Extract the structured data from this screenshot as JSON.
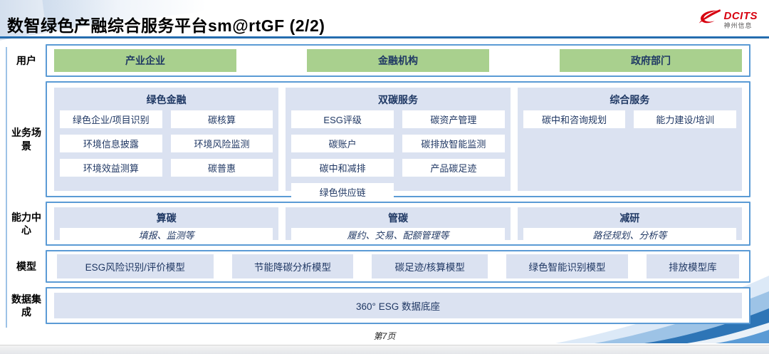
{
  "header": {
    "title": "数智绿色产融综合服务平台sm@rtGF (2/2)",
    "logo": {
      "brand": "DCITS",
      "subtitle": "神州信息",
      "brand_color": "#d7000f"
    }
  },
  "rows": {
    "users": {
      "label": "用户",
      "items": [
        "产业企业",
        "金融机构",
        "政府部门"
      ]
    },
    "scenarios": {
      "label": "业务场景",
      "columns": [
        {
          "title": "绿色金融",
          "items": [
            "绿色企业/项目识别",
            "碳核算",
            "环境信息披露",
            "环境风险监测",
            "环境效益测算",
            "碳普惠"
          ]
        },
        {
          "title": "双碳服务",
          "items": [
            "ESG评级",
            "碳资产管理",
            "碳账户",
            "碳排放智能监测",
            "碳中和减排",
            "产品碳足迹",
            "绿色供应链"
          ]
        },
        {
          "title": "综合服务",
          "items": [
            "碳中和咨询规划",
            "能力建设/培训"
          ]
        }
      ]
    },
    "capabilities": {
      "label": "能力中心",
      "columns": [
        {
          "title": "算碳",
          "desc": "填报、监测等"
        },
        {
          "title": "管碳",
          "desc": "履约、交易、配额管理等"
        },
        {
          "title": "减研",
          "desc": "路径规划、分析等"
        }
      ]
    },
    "models": {
      "label": "模型",
      "items": [
        "ESG风险识别/评价模型",
        "节能降碳分析模型",
        "碳足迹/核算模型",
        "绿色智能识别模型",
        "排放模型库"
      ],
      "widths": [
        1.35,
        1.05,
        1.0,
        1.05,
        0.8
      ]
    },
    "data": {
      "label": "数据集成",
      "item": "360° ESG 数据底座"
    }
  },
  "footer": {
    "page": "第7页"
  },
  "colors": {
    "border_blue": "#5b9bd5",
    "panel_blue": "#dbe2f1",
    "user_green": "#a9d08e",
    "text_navy": "#1f3864",
    "rule_blue": "#1c5f9e"
  }
}
